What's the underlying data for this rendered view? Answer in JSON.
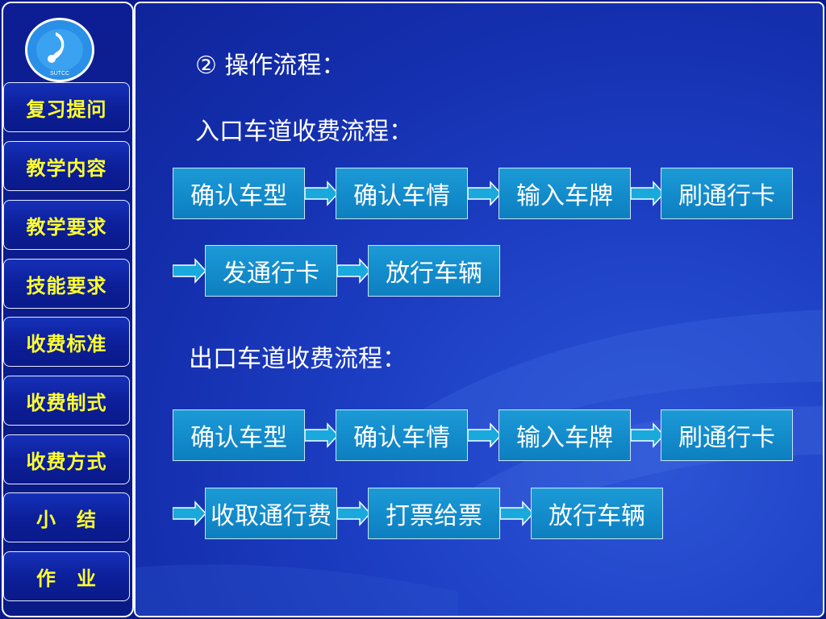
{
  "sidebar": {
    "logo_text": "SUTCC",
    "items": [
      {
        "label": "复习提问"
      },
      {
        "label": "教学内容"
      },
      {
        "label": "教学要求"
      },
      {
        "label": "技能要求"
      },
      {
        "label": "收费标准"
      },
      {
        "label": "收费制式"
      },
      {
        "label": "收费方式"
      },
      {
        "label": "小　结"
      },
      {
        "label": "作　业"
      }
    ]
  },
  "main": {
    "heading": "②  操作流程：",
    "entry": {
      "title": "入口车道收费流程：",
      "row1": [
        "确认车型",
        "确认车情",
        "输入车牌",
        "刷通行卡"
      ],
      "row2": [
        "发通行卡",
        "放行车辆"
      ]
    },
    "exit": {
      "title": "出口车道收费流程：",
      "row1": [
        "确认车型",
        "确认车情",
        "输入车牌",
        "刷通行卡"
      ],
      "row2": [
        "收取通行费",
        "打票给票",
        "放行车辆"
      ]
    }
  },
  "colors": {
    "background": "#1d3fc4",
    "step_box": "#138bcb",
    "nav_text": "#ffff2e",
    "text": "#ffffff"
  }
}
